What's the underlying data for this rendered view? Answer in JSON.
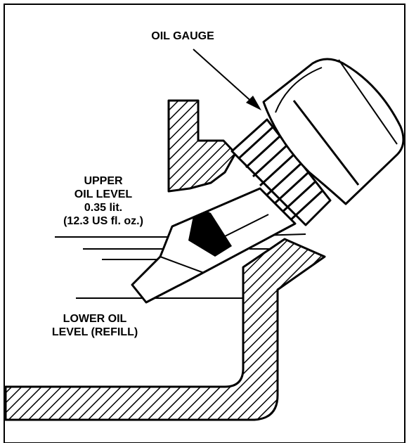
{
  "labels": {
    "oil_gauge": "OIL GAUGE",
    "upper": [
      "UPPER",
      "OIL LEVEL",
      "0.35 lit.",
      "(12.3 US fl. oz.)"
    ],
    "lower": [
      "LOWER OIL",
      "LEVEL (REFILL)"
    ]
  },
  "colors": {
    "ink": "#000000",
    "paper": "#ffffff"
  }
}
